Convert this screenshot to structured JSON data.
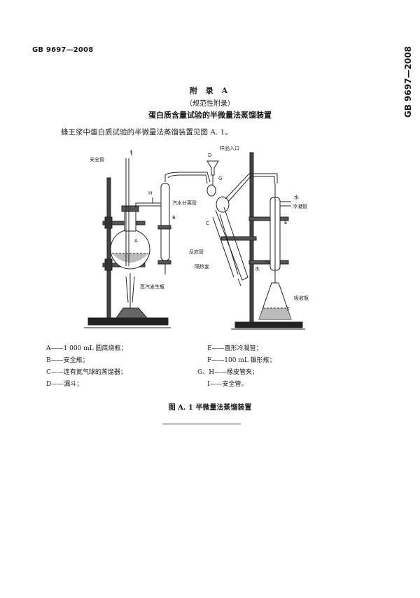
{
  "header": {
    "standard_no": "GB 9697—2008",
    "side_standard_no": "GB 9697—2008"
  },
  "titles": {
    "appendix": "附 录 A",
    "normative": "（规范性附录）",
    "title": "蛋白质含量试验的半微量法蒸馏装置"
  },
  "intro": "蜂王浆中蛋白质试验的半微量法蒸馏装置见图 A. 1。",
  "figure_labels": {
    "I": "I",
    "anquan": "安全管",
    "D": "D",
    "yangpin": "样品入口",
    "G": "G",
    "H": "H",
    "qishui": "汽水分离管",
    "B": "B",
    "A": "A",
    "zhengqi": "蒸汽发生瓶",
    "C": "C",
    "fanying": "反应管",
    "gere": "隔热套",
    "shui1": "水",
    "lengning": "冷凝管",
    "E": "E",
    "shui2": "水",
    "F": "F",
    "xishou": "吸收瓶"
  },
  "legend": {
    "left": [
      "A——1 000 mL 圆底烧瓶；",
      "B——安全瓶；",
      "C——连有氮气球的蒸馏器；",
      "D——漏斗；"
    ],
    "right": [
      "E——直形冷凝管；",
      "F——100 mL 锥形瓶；",
      "G、H——橡皮管夹；",
      "I——安全管。"
    ]
  },
  "caption": "图 A. 1   半微量法蒸馏装置"
}
